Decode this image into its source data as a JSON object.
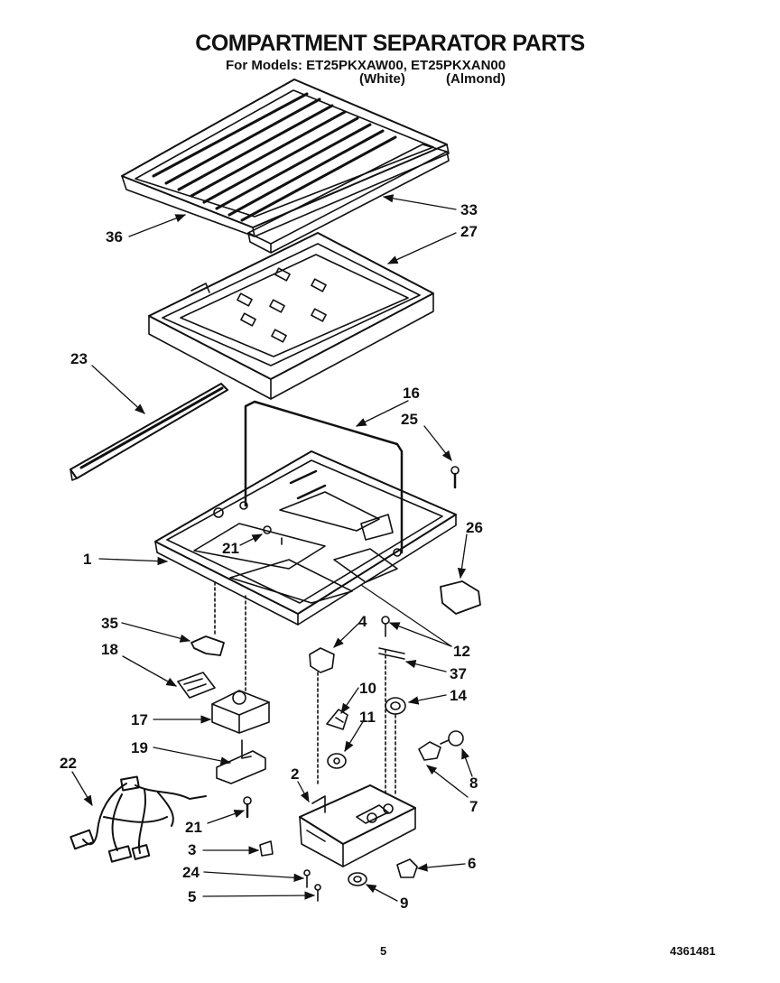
{
  "title": "COMPARTMENT SEPARATOR PARTS",
  "models_line": "For Models: ET25PKXAW00, ET25PKXAN00",
  "variants": [
    "(White)",
    "(Almond)"
  ],
  "callouts": [
    {
      "id": "c36",
      "label": "36"
    },
    {
      "id": "c33",
      "label": "33"
    },
    {
      "id": "c27",
      "label": "27"
    },
    {
      "id": "c23",
      "label": "23"
    },
    {
      "id": "c16",
      "label": "16"
    },
    {
      "id": "c25",
      "label": "25"
    },
    {
      "id": "c26",
      "label": "26"
    },
    {
      "id": "c1",
      "label": "1"
    },
    {
      "id": "c21a",
      "label": "21"
    },
    {
      "id": "c35",
      "label": "35"
    },
    {
      "id": "c4",
      "label": "4"
    },
    {
      "id": "c12",
      "label": "12"
    },
    {
      "id": "c18",
      "label": "18"
    },
    {
      "id": "c37",
      "label": "37"
    },
    {
      "id": "c10",
      "label": "10"
    },
    {
      "id": "c14",
      "label": "14"
    },
    {
      "id": "c17",
      "label": "17"
    },
    {
      "id": "c11",
      "label": "11"
    },
    {
      "id": "c19",
      "label": "19"
    },
    {
      "id": "c8",
      "label": "8"
    },
    {
      "id": "c22",
      "label": "22"
    },
    {
      "id": "c2",
      "label": "2"
    },
    {
      "id": "c7",
      "label": "7"
    },
    {
      "id": "c21b",
      "label": "21"
    },
    {
      "id": "c3",
      "label": "3"
    },
    {
      "id": "c6",
      "label": "6"
    },
    {
      "id": "c24",
      "label": "24"
    },
    {
      "id": "c5",
      "label": "5"
    },
    {
      "id": "c9",
      "label": "9"
    }
  ],
  "footer": {
    "page": "5",
    "doc_number": "4361481"
  }
}
